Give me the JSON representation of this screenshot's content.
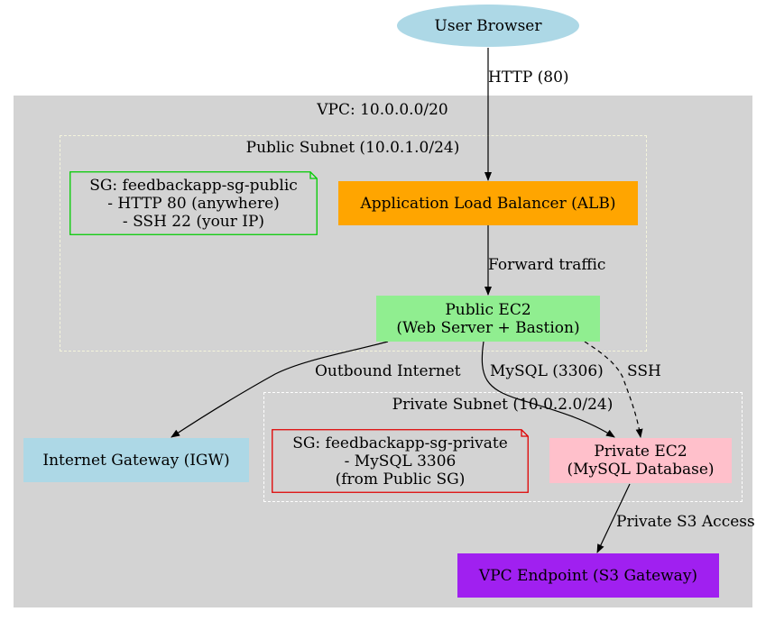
{
  "colors": {
    "vpc_fill": "#d3d3d3",
    "subnet_border": "#f5f5dc",
    "subnet_private_border": "#ffffff",
    "browser": "#add8e6",
    "alb": "#ffa500",
    "public_ec2": "#90ee90",
    "igw": "#add8e6",
    "private_ec2": "#ffc0cb",
    "endpoint": "#a020f0",
    "sg_public_border": "#00cc00",
    "sg_private_border": "#e00000"
  },
  "clusters": {
    "vpc": "VPC: 10.0.0.0/20",
    "public_subnet": "Public Subnet (10.0.1.0/24)",
    "private_subnet": "Private Subnet (10.0.2.0/24)"
  },
  "nodes": {
    "browser": "User Browser",
    "alb": "Application Load Balancer (ALB)",
    "public_ec2": [
      "Public EC2",
      "(Web Server + Bastion)"
    ],
    "igw": "Internet Gateway (IGW)",
    "private_ec2": [
      "Private EC2",
      "(MySQL Database)"
    ],
    "endpoint": "VPC Endpoint (S3 Gateway)"
  },
  "notes": {
    "sg_public": [
      "SG: feedbackapp-sg-public",
      "- HTTP 80 (anywhere)",
      "- SSH 22 (your IP)"
    ],
    "sg_private": [
      "SG: feedbackapp-sg-private",
      "- MySQL 3306",
      "(from Public SG)"
    ]
  },
  "edges": {
    "http": "HTTP (80)",
    "forward": "Forward traffic",
    "outbound": "Outbound Internet",
    "mysql": "MySQL (3306)",
    "ssh": "SSH",
    "s3": "Private S3 Access"
  }
}
